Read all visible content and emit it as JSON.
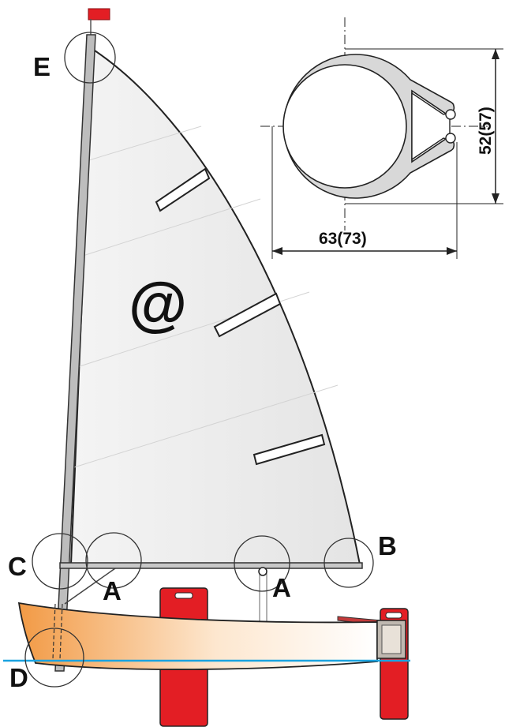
{
  "labels": {
    "E": "E",
    "C": "C",
    "B": "B",
    "D": "D",
    "A_left": "A",
    "A_right": "A",
    "sail_symbol": "@"
  },
  "dimensions": {
    "width": "63(73)",
    "height": "52(57)"
  },
  "colors": {
    "sail": "#eeeeee",
    "spar": "#bdbdbd",
    "hull_start": "#f29f4a",
    "hull_end": "#ffffff",
    "foil_red": "#e31e24",
    "waterline": "#1aa3e0",
    "flag": "#e31e24"
  }
}
